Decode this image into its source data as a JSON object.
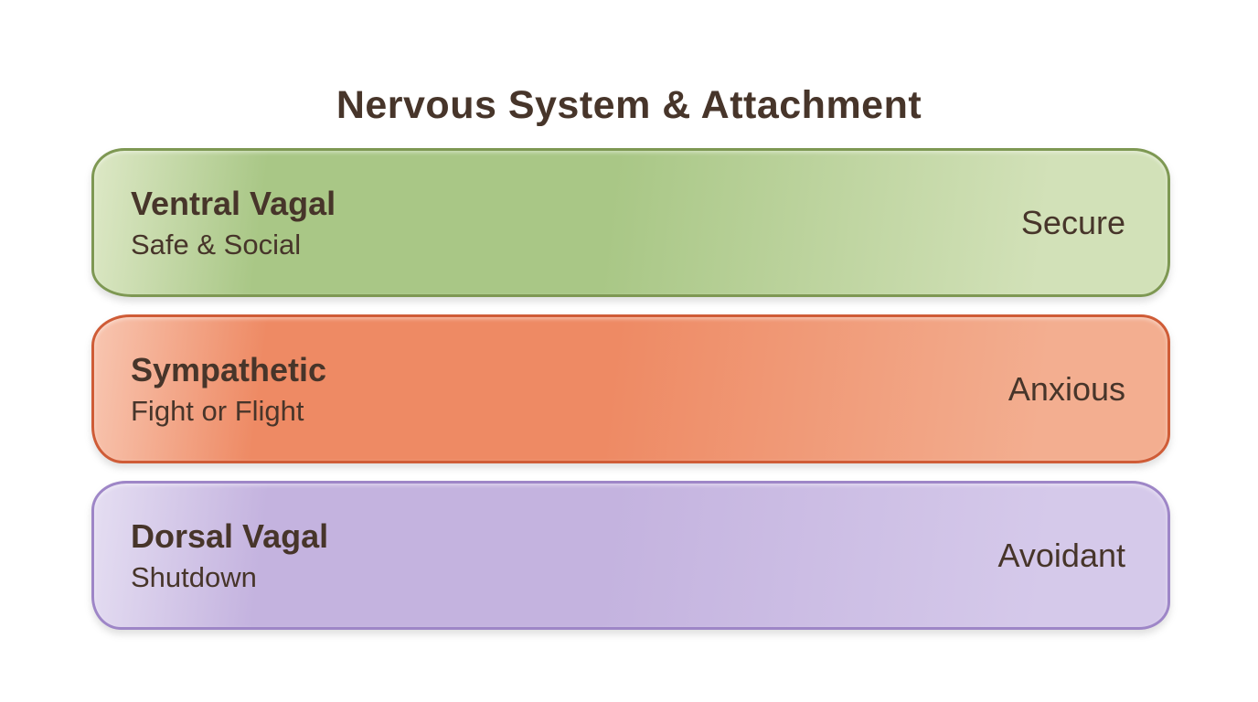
{
  "title": "Nervous System & Attachment",
  "text_color": "#47352a",
  "background_color": "#ffffff",
  "bands": [
    {
      "id": "ventral-vagal",
      "heading": "Ventral Vagal",
      "subtitle": "Safe & Social",
      "attachment": "Secure",
      "colors": {
        "fill_light": "#dde8c6",
        "fill_mid": "#a9c786",
        "fill_right": "#d2e1b8",
        "border": "#7e9853"
      }
    },
    {
      "id": "sympathetic",
      "heading": "Sympathetic",
      "subtitle": "Fight or Flight",
      "attachment": "Anxious",
      "colors": {
        "fill_light": "#f8c6b1",
        "fill_mid": "#ee8a64",
        "fill_right": "#f3ae90",
        "border": "#cf5c37"
      }
    },
    {
      "id": "dorsal-vagal",
      "heading": "Dorsal Vagal",
      "subtitle": "Shutdown",
      "attachment": "Avoidant",
      "colors": {
        "fill_light": "#e5def2",
        "fill_mid": "#c4b3df",
        "fill_right": "#d5c9ea",
        "border": "#9e86c7"
      }
    }
  ]
}
